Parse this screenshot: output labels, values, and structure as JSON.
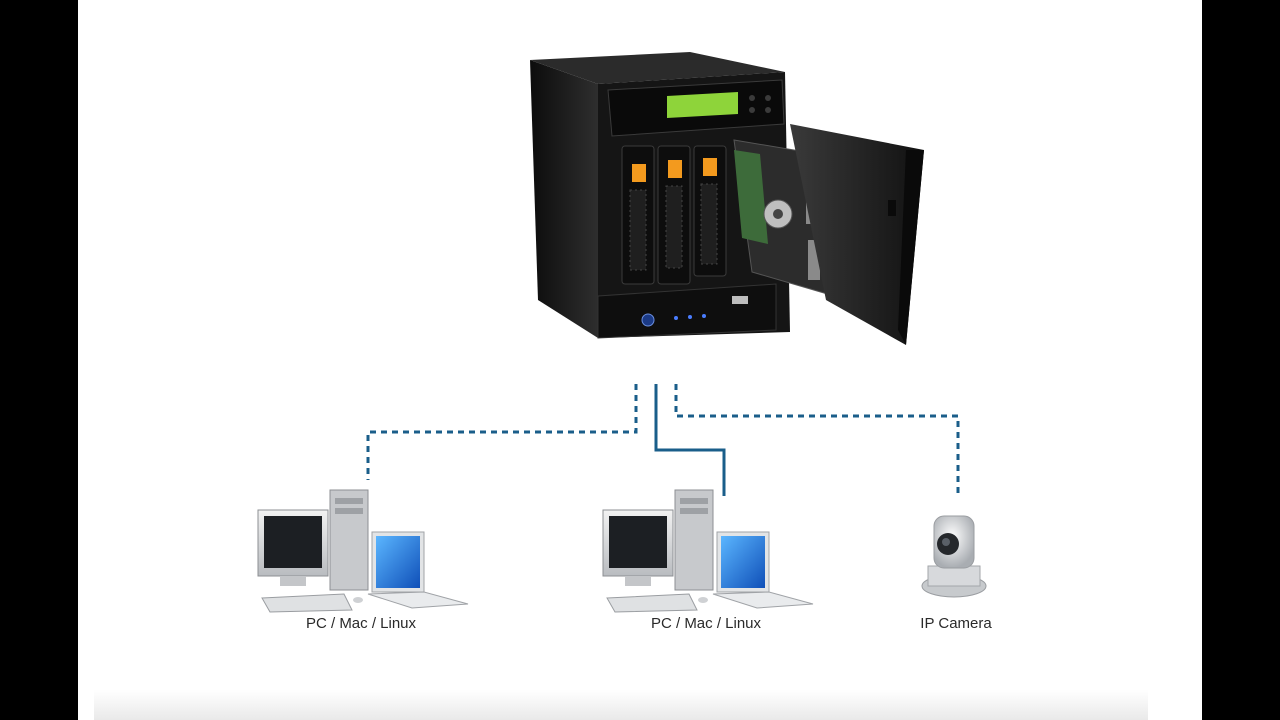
{
  "devices": [
    {
      "label": "PC / Mac / Linux",
      "link": "wireless"
    },
    {
      "label": "PC / Mac / Linux",
      "link": "wired"
    },
    {
      "label": "IP Camera",
      "link": "wireless"
    }
  ],
  "colors": {
    "link": "#1a5e8a",
    "lcd": "#8ed43a",
    "drive_latch": "#f39a1e",
    "chassis": "#1b1b1b",
    "background": "#ffffff",
    "letterbox": "#000000"
  },
  "icons": [
    "nas-server-icon",
    "desktop-computer-icon",
    "laptop-icon",
    "ip-camera-icon"
  ]
}
